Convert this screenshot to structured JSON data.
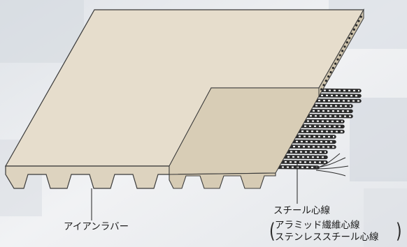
{
  "labels": {
    "rubber": "アイアンラバー",
    "steel_core": "スチール心線",
    "aramid_core": "アラミッド繊維心線",
    "stainless_core": "ステンレススチール心線",
    "paren_open": "(",
    "paren_close": ")"
  },
  "colors": {
    "belt_top": "#e6ddcc",
    "belt_side": "#cfc4ad",
    "belt_edge": "#3a3a3a",
    "cord_dark": "#2b2b2b",
    "cord_light": "#f2f2f2",
    "background": "#e9ebee"
  }
}
